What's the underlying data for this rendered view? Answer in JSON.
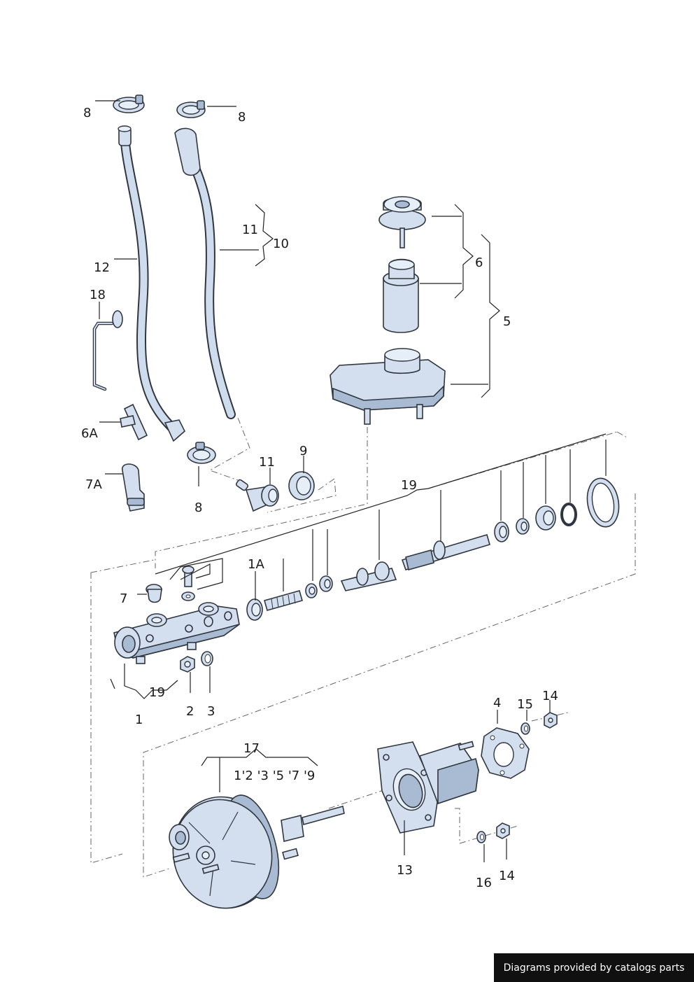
{
  "callouts": {
    "p1": "1",
    "p1a": "1A",
    "p2": "2",
    "p3": "3",
    "p4": "4",
    "p5": "5",
    "p6": "6",
    "p6a": "6A",
    "p7": "7",
    "p7a": "7A",
    "p8a": "8",
    "p8b": "8",
    "p8c": "8",
    "p9": "9",
    "p10": "10",
    "p11a": "11",
    "p11b": "11",
    "p12": "12",
    "p13": "13",
    "p14a": "14",
    "p14b": "14",
    "p15": "15",
    "p16": "16",
    "p17": "17",
    "p17sub": "1'2 '3 '5 '7 '9",
    "p18": "18",
    "p19a": "19",
    "p19b": "19"
  },
  "credit": "Diagrams provided by catalogs parts",
  "colors": {
    "part_fill": "#d3dfee",
    "part_shade": "#a9bbd3",
    "outline": "#30363f",
    "credit_bg": "#101010"
  }
}
